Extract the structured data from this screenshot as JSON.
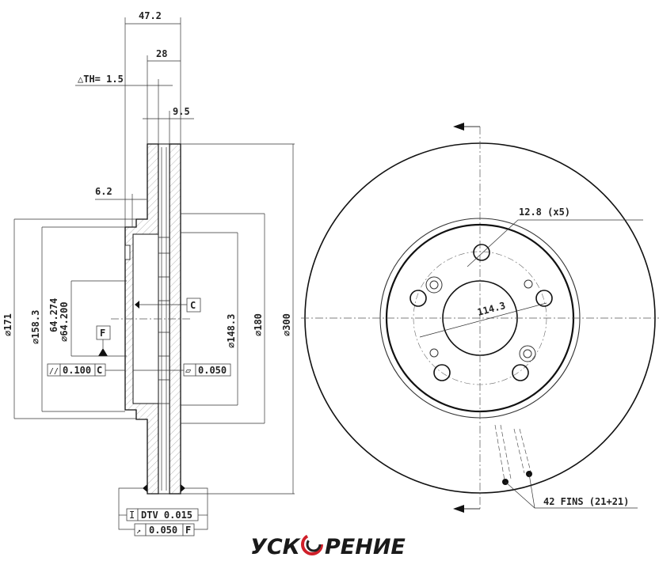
{
  "drawing": {
    "dimensions": {
      "overall_height": "47.2",
      "disc_thickness": "28",
      "delta_th": "△TH= 1.5",
      "plate_thickness": "9.5",
      "hat_thickness": "6.2",
      "dia_171": "⌀171",
      "dia_158": "⌀158.3",
      "bore_max": "64.274",
      "bore_min": "⌀64.200",
      "dia_148": "⌀148.3",
      "dia_180": "⌀180",
      "dia_300": "⌀300",
      "bolt_holes": "12.8 (x5)",
      "pcd": "114.3",
      "fins": "42 FINS (21+21)"
    },
    "datums": {
      "c": "C",
      "f": "F"
    },
    "tolerances": {
      "parallelism_symbol": "//",
      "parallelism_value": "0.100",
      "parallelism_datum": "C",
      "flatness_symbol": "▱",
      "flatness_value": "0.050",
      "dtv_symbol": "I",
      "dtv": "DTV 0.015",
      "runout_symbol": "↗",
      "runout_value": "0.050",
      "runout_datum": "F"
    }
  },
  "logo": {
    "text_left": "УСК",
    "text_right": "РЕНИЕ",
    "accent": "#d0202a"
  }
}
